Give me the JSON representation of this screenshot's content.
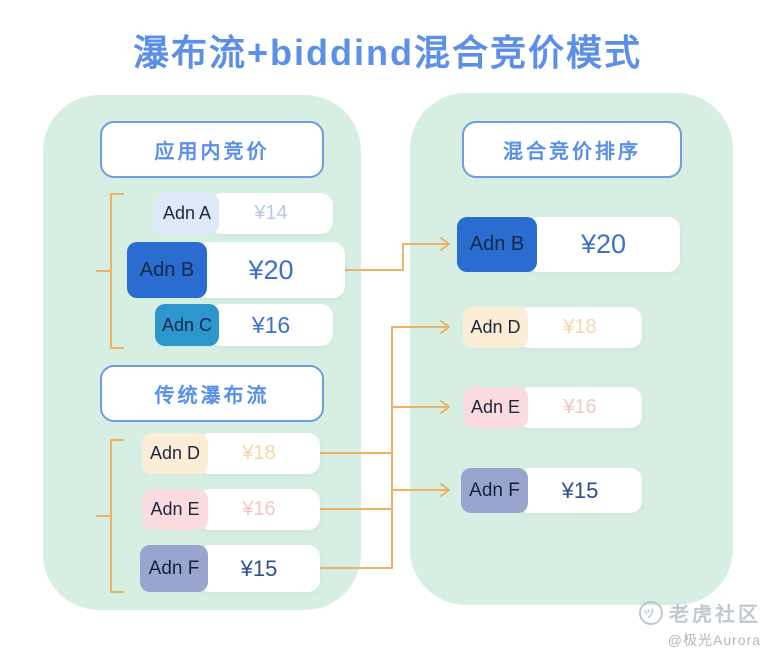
{
  "title": "瀑布流+biddind混合竞价模式",
  "left_panel": {
    "bidding_header": "应用内竞价",
    "waterfall_header": "传统瀑布流",
    "bidding_rows": [
      {
        "name": "Adn A",
        "price": "¥14"
      },
      {
        "name": "Adn B",
        "price": "¥20"
      },
      {
        "name": "Adn C",
        "price": "¥16"
      }
    ],
    "waterfall_rows": [
      {
        "name": "Adn D",
        "price": "¥18"
      },
      {
        "name": "Adn E",
        "price": "¥16"
      },
      {
        "name": "Adn F",
        "price": "¥15"
      }
    ]
  },
  "right_panel": {
    "header": "混合竞价排序",
    "rows": [
      {
        "name": "Adn B",
        "price": "¥20"
      },
      {
        "name": "Adn D",
        "price": "¥18"
      },
      {
        "name": "Adn E",
        "price": "¥16"
      },
      {
        "name": "Adn F",
        "price": "¥15"
      }
    ]
  },
  "watermark": {
    "brand": "老虎社区",
    "logo_glyph": "ツ",
    "author": "@极光Aurora"
  },
  "colors": {
    "title_blue": "#5c8fe8",
    "panel_green": "#d7efe2",
    "header_border_blue": "#6f9ede",
    "adn_b_blue": "#2b6cd0",
    "adn_c_cyan": "#2d96cc",
    "adn_f_slate": "#98a5ce",
    "connector_orange": "#edb264",
    "price_blue": "#3d70c8"
  }
}
